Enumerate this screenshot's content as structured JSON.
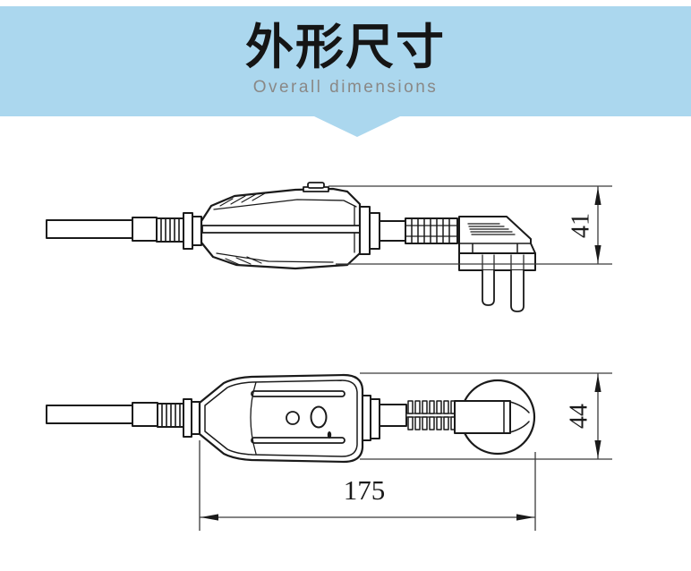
{
  "header": {
    "title": "外形尺寸",
    "subtitle": "Overall dimensions"
  },
  "theme": {
    "header_background": "#ABD7EE",
    "title_color": "#151515",
    "subtitle_color": "#8A8886",
    "drawing_line_color": "#1A1A1A",
    "dimension_line_color": "#3A3A3A"
  },
  "dimensions": {
    "plug_height_mm": "41",
    "body_width_mm": "44",
    "overall_length_mm": "175"
  }
}
